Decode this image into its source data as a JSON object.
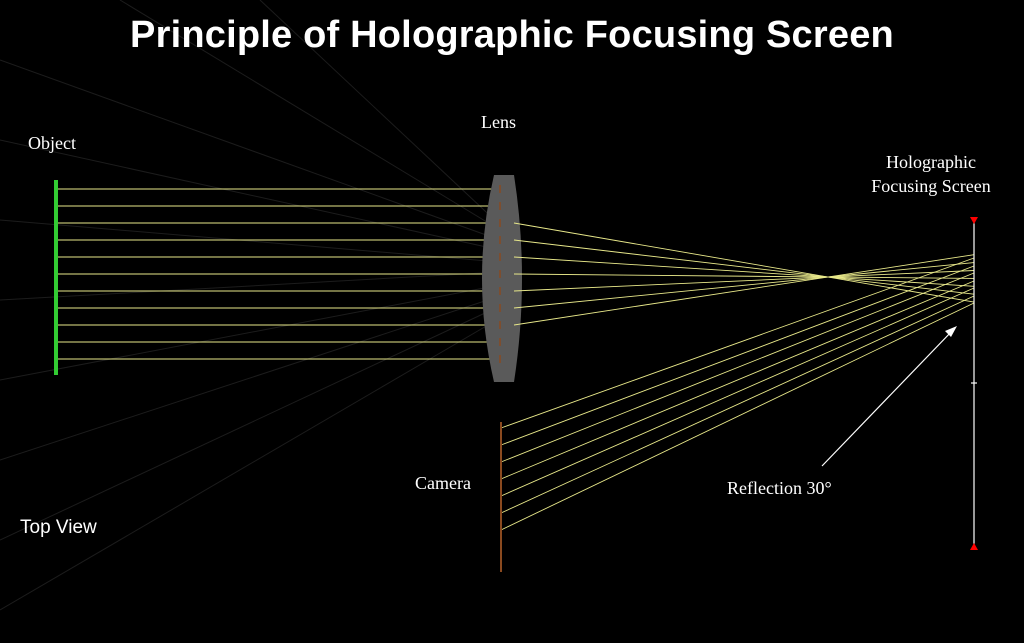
{
  "title": "Principle of Holographic Focusing Screen",
  "labels": {
    "object": "Object",
    "lens": "Lens",
    "screen_line1": "Holographic",
    "screen_line2": "Focusing Screen",
    "camera": "Camera",
    "reflection": "Reflection 30°",
    "view": "Top View"
  },
  "colors": {
    "background": "#000000",
    "object": "#33cc33",
    "ray": "#e8e88a",
    "lens_fill": "#5a5a5a",
    "screen": "#ffffff",
    "screen_marker": "#ff0000",
    "camera": "#8b4a1f",
    "arrow": "#ffffff"
  }
}
